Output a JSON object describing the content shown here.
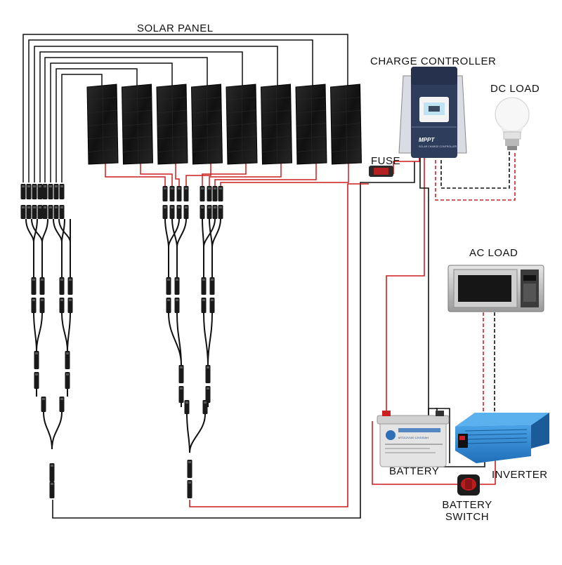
{
  "labels": {
    "solar_panel": "SOLAR PANEL",
    "charge_controller": "CHARGE CONTROLLER",
    "dc_load": "DC LOAD",
    "fuse": "FUSE",
    "ac_load": "AC LOAD",
    "battery": "BATTERY",
    "inverter": "INVERTER",
    "battery_switch_line1": "BATTERY",
    "battery_switch_line2": "SWITCH"
  },
  "controller": {
    "brand": "MPPT",
    "subtitle": "SOLAR CHARGE CONTROLLER"
  },
  "battery_device": {
    "model": "MTD12V100 12V100AH"
  },
  "colors": {
    "positive_wire": "#cc1f1f",
    "negative_wire": "#111111",
    "panel": "#151515",
    "controller": "#2f3d5c",
    "inverter": "#2f86d4"
  },
  "panel_count": 8
}
